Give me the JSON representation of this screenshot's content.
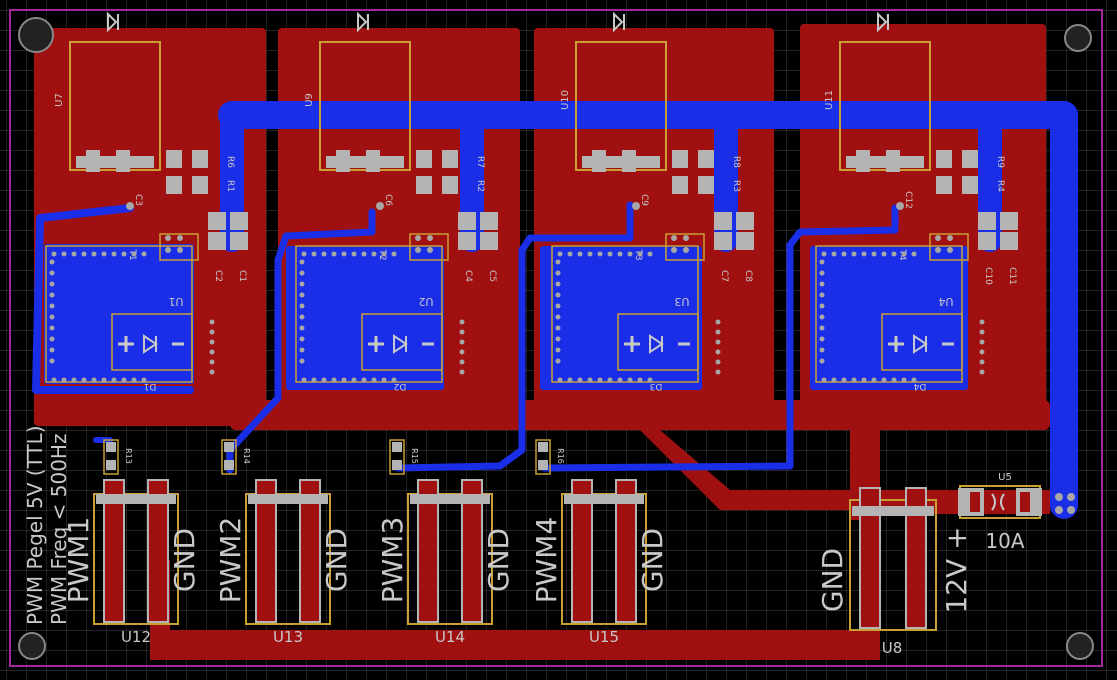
{
  "colors": {
    "background": "#000000",
    "grid": "#5a5a5a",
    "outline": "#a0289a",
    "top_copper": "#a01010",
    "bottom_copper": "#1a2ee8",
    "silk": "#c8a033",
    "silk_text": "#c8c8c8",
    "pad": "#b4b4b4",
    "via": "#a7a7a7"
  },
  "modules": [
    {
      "u_ic": "U7",
      "u_mod": "U1",
      "fet": "T1",
      "cap_big": "C3",
      "cap_a": "C2",
      "cap_b": "C1",
      "r_top": "R6",
      "r_bot": "R1",
      "diode": "D1"
    },
    {
      "u_ic": "U9",
      "u_mod": "U2",
      "fet": "T2",
      "cap_big": "C6",
      "cap_a": "C4",
      "cap_b": "C5",
      "r_top": "R7",
      "r_bot": "R2",
      "diode": "D2"
    },
    {
      "u_ic": "U10",
      "u_mod": "U3",
      "fet": "T3",
      "cap_big": "C9",
      "cap_a": "C7",
      "cap_b": "C8",
      "r_top": "R8",
      "r_bot": "R3",
      "diode": "D3"
    },
    {
      "u_ic": "U11",
      "u_mod": "U4",
      "fet": "T4",
      "cap_big": "C12",
      "cap_a": "C10",
      "cap_b": "C11",
      "r_top": "R9",
      "r_bot": "R4",
      "diode": "D4"
    }
  ],
  "connectors": [
    {
      "ref": "U12",
      "pin1": "PWM1",
      "pin2": "GND",
      "res": "R13"
    },
    {
      "ref": "U13",
      "pin1": "PWM2",
      "pin2": "GND",
      "res": "R14"
    },
    {
      "ref": "U14",
      "pin1": "PWM3",
      "pin2": "GND",
      "res": "R15"
    },
    {
      "ref": "U15",
      "pin1": "PWM4",
      "pin2": "GND",
      "res": "R16"
    }
  ],
  "power": {
    "ref": "U8",
    "pin1": "GND",
    "pin2": "12V +"
  },
  "fuse": {
    "ref": "U5",
    "value": "10A"
  },
  "notes": {
    "line1": "PWM Pegel 5V (TTL)",
    "line2": "PWM Freq < 500Hz"
  }
}
